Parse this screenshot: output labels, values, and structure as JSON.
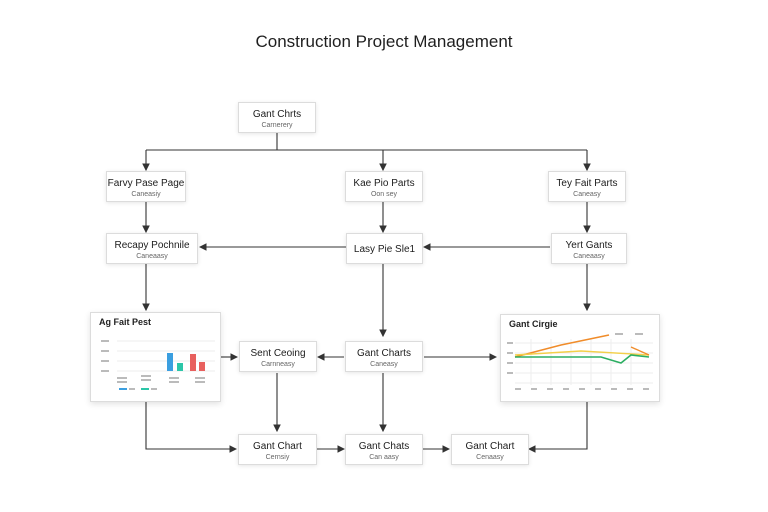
{
  "title": "Construction Project Management",
  "nodes": {
    "top": {
      "label": "Gant Chrts",
      "sub": "Carnerery"
    },
    "left1": {
      "label": "Farvy Pase Page",
      "sub": "Caneasiy"
    },
    "mid1": {
      "label": "Kae Pio Parts",
      "sub": "Oon sey"
    },
    "right1": {
      "label": "Tey Fait Parts",
      "sub": "Caneasy"
    },
    "left2": {
      "label": "Recapy Pochnile",
      "sub": "Caneaasy"
    },
    "mid2": {
      "label": "Lasy Pie Sle1",
      "sub": ""
    },
    "right2": {
      "label": "Yert Gants",
      "sub": "Caneaasy"
    },
    "row3a": {
      "label": "Sent Ceoing",
      "sub": "Carnneasy"
    },
    "row3b": {
      "label": "Gant Charts",
      "sub": "Caneasy"
    },
    "bot1": {
      "label": "Gant Chart",
      "sub": "Cernsiy"
    },
    "bot2": {
      "label": "Gant Chats",
      "sub": "Can aasy"
    },
    "bot3": {
      "label": "Gant Chart",
      "sub": "Cenaasy"
    }
  },
  "cards": {
    "left": {
      "title": "Ag Fait Pest"
    },
    "right": {
      "title": "Gant Cirgie"
    }
  },
  "colors": {
    "line": "#333333",
    "bar_blue": "#3b9fe0",
    "bar_teal": "#2cc6a8",
    "bar_red": "#e8605e",
    "line_orange": "#f08c2a",
    "line_green": "#2cae62",
    "line_yellow": "#f3cf4a"
  }
}
